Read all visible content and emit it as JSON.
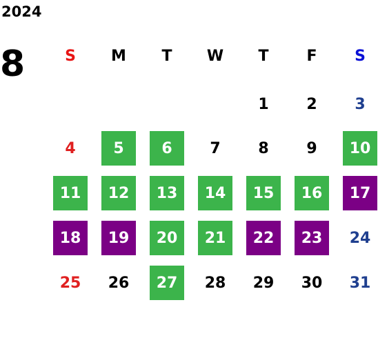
{
  "calendar": {
    "year": "2024",
    "month": "8",
    "weekdays": [
      {
        "label": "S",
        "color": "red"
      },
      {
        "label": "M",
        "color": "black"
      },
      {
        "label": "T",
        "color": "black"
      },
      {
        "label": "W",
        "color": "black"
      },
      {
        "label": "T",
        "color": "black"
      },
      {
        "label": "F",
        "color": "black"
      },
      {
        "label": "S",
        "color": "blue"
      }
    ],
    "weeks": [
      [
        null,
        null,
        null,
        null,
        {
          "day": "1",
          "style": "black"
        },
        {
          "day": "2",
          "style": "black"
        },
        {
          "day": "3",
          "style": "blue"
        }
      ],
      [
        {
          "day": "4",
          "style": "red"
        },
        {
          "day": "5",
          "style": "green"
        },
        {
          "day": "6",
          "style": "green"
        },
        {
          "day": "7",
          "style": "black"
        },
        {
          "day": "8",
          "style": "black"
        },
        {
          "day": "9",
          "style": "black"
        },
        {
          "day": "10",
          "style": "green"
        }
      ],
      [
        {
          "day": "11",
          "style": "green"
        },
        {
          "day": "12",
          "style": "green"
        },
        {
          "day": "13",
          "style": "green"
        },
        {
          "day": "14",
          "style": "green"
        },
        {
          "day": "15",
          "style": "green"
        },
        {
          "day": "16",
          "style": "green"
        },
        {
          "day": "17",
          "style": "purple"
        }
      ],
      [
        {
          "day": "18",
          "style": "purple"
        },
        {
          "day": "19",
          "style": "purple"
        },
        {
          "day": "20",
          "style": "green"
        },
        {
          "day": "21",
          "style": "green"
        },
        {
          "day": "22",
          "style": "purple"
        },
        {
          "day": "23",
          "style": "purple"
        },
        {
          "day": "24",
          "style": "blue"
        }
      ],
      [
        {
          "day": "25",
          "style": "red"
        },
        {
          "day": "26",
          "style": "black"
        },
        {
          "day": "27",
          "style": "green"
        },
        {
          "day": "28",
          "style": "black"
        },
        {
          "day": "29",
          "style": "black"
        },
        {
          "day": "30",
          "style": "black"
        },
        {
          "day": "31",
          "style": "blue"
        }
      ]
    ],
    "colors": {
      "green": "#3cb44b",
      "purple": "#7b0085",
      "sunday_red": "#e02020",
      "saturday_blue": "#1f3f8f"
    }
  }
}
